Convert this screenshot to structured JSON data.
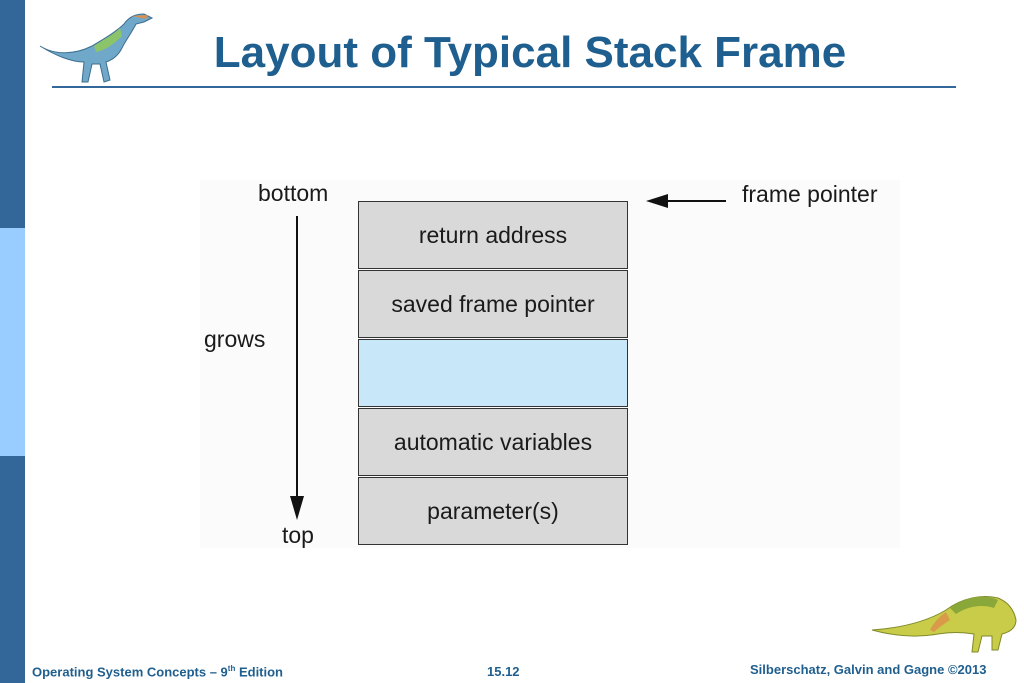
{
  "title": "Layout of Typical Stack Frame",
  "diagram": {
    "left_labels": {
      "bottom": "bottom",
      "grows": "grows",
      "top": "top"
    },
    "right_label": "frame pointer",
    "cells": [
      "return address",
      "saved frame pointer",
      "",
      "automatic variables",
      "parameter(s)"
    ]
  },
  "footer": {
    "left_prefix": "Operating System Concepts – 9",
    "left_sup": "th",
    "left_suffix": " Edition",
    "center": "15.12",
    "right": "Silberschatz, Galvin and Gagne ©2013"
  },
  "colors": {
    "sidebar": "#336699",
    "sidebar_highlight": "#99ccff",
    "title": "#1f5f8f",
    "cell": "#d9d9d9",
    "cell_highlight": "#c8e8fa"
  },
  "icons": [
    "dinosaur-icon-top",
    "dinosaur-icon-bottom"
  ]
}
